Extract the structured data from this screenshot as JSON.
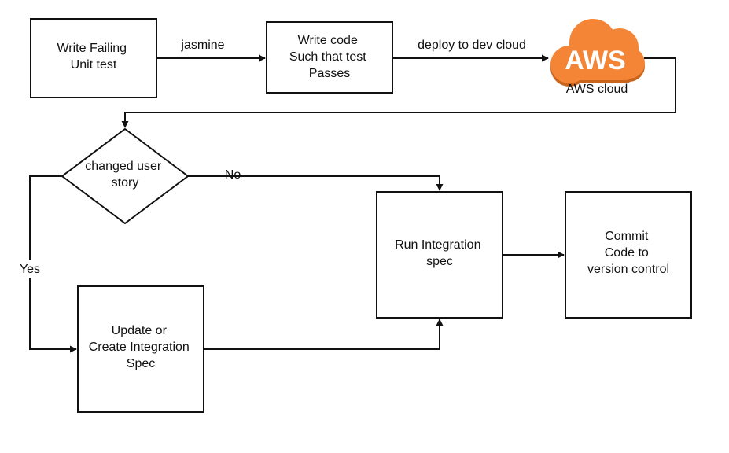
{
  "nodes": {
    "write_failing_test": [
      "Write Failing",
      "Unit test"
    ],
    "write_code": [
      "Write code",
      "Such that test",
      "Passes"
    ],
    "aws_logo": "AWS",
    "aws_caption": "AWS cloud",
    "decision": [
      "changed user",
      "story"
    ],
    "run_integration": [
      "Run Integration",
      "spec"
    ],
    "commit": [
      "Commit",
      "Code to",
      "version control"
    ],
    "update_spec": [
      "Update or",
      "Create Integration",
      "Spec"
    ]
  },
  "edges": {
    "jasmine": "jasmine",
    "deploy": "deploy to dev cloud",
    "no": "No",
    "yes": "Yes"
  },
  "colors": {
    "aws_orange": "#F58536",
    "aws_shadow": "#C9641C",
    "stroke": "#111111"
  }
}
